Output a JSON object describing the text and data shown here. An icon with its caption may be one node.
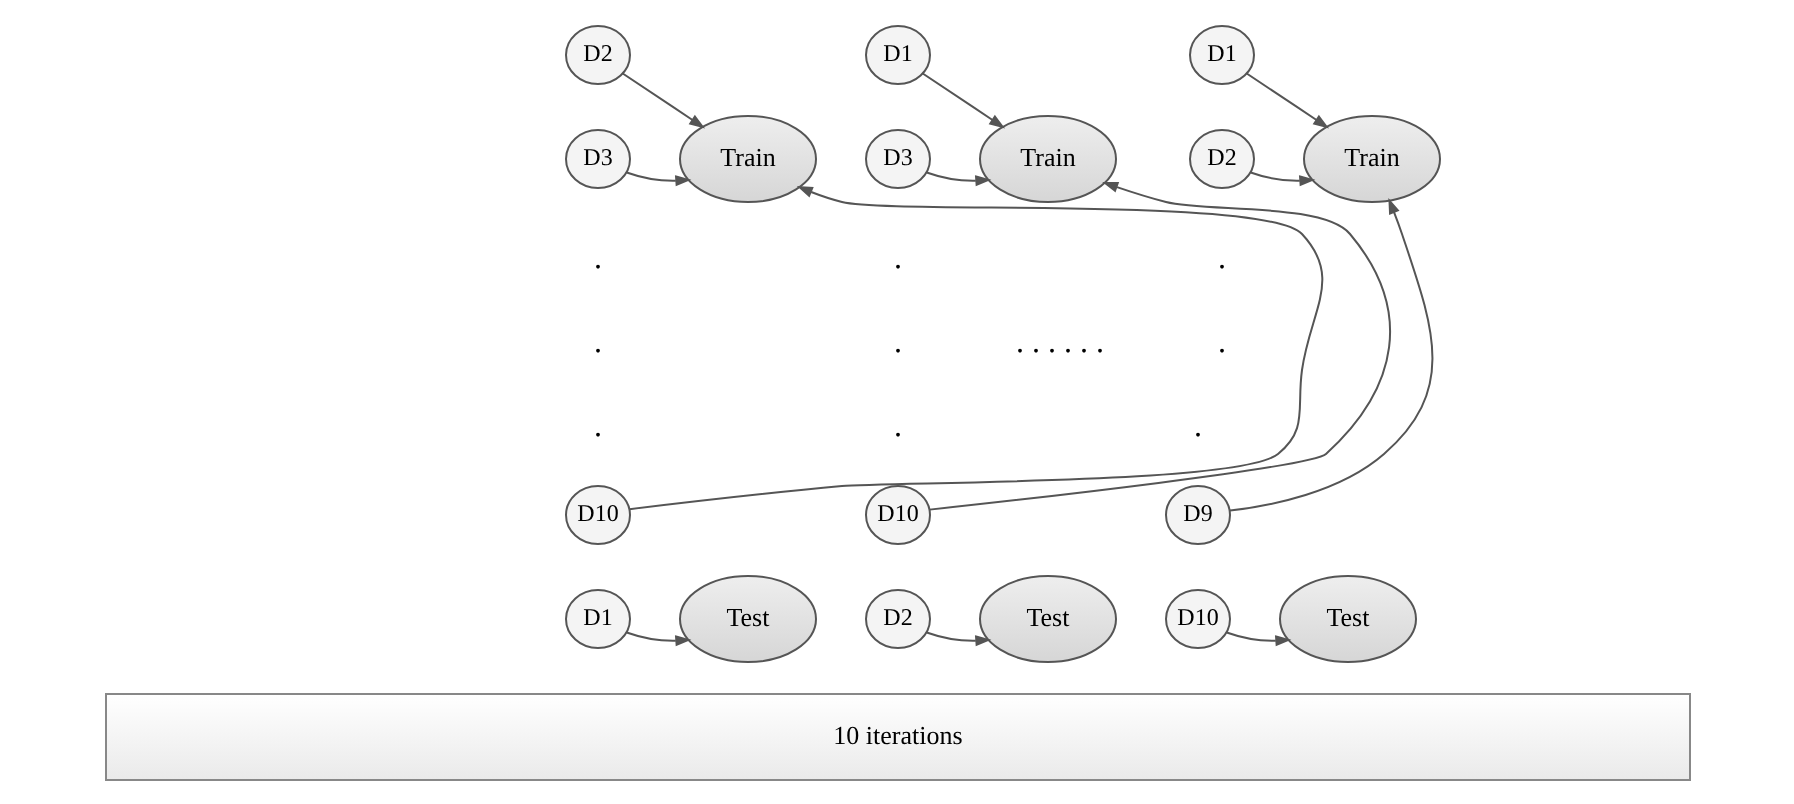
{
  "diagram": {
    "nodes": [
      {
        "text": [
          "D2"
        ]
      },
      {
        "text": [
          "D3"
        ]
      },
      {
        "text": [
          "D10"
        ]
      },
      {
        "text": [
          "D1"
        ]
      },
      {
        "text": [
          "Train"
        ]
      },
      {
        "text": [
          "Test"
        ]
      },
      {
        "text": [
          "D1"
        ]
      },
      {
        "text": [
          "D3"
        ]
      },
      {
        "text": [
          "D10"
        ]
      },
      {
        "text": [
          "D2"
        ]
      },
      {
        "text": [
          "Train"
        ]
      },
      {
        "text": [
          "Test"
        ]
      },
      {
        "text": [
          "D1"
        ]
      },
      {
        "text": [
          "D2"
        ]
      },
      {
        "text": [
          "D9"
        ]
      },
      {
        "text": [
          "D10"
        ]
      },
      {
        "text": [
          "Train"
        ]
      },
      {
        "text": [
          "Test"
        ]
      },
      {
        "text": [
          "10 iterations"
        ]
      }
    ],
    "edges": [
      {
        "from": 0,
        "to": 4,
        "arrow": "to"
      },
      {
        "from": 1,
        "to": 4,
        "arrow": "to"
      },
      {
        "from": 2,
        "to": 4,
        "arrow": "to"
      },
      {
        "from": 3,
        "to": 5,
        "arrow": "to"
      },
      {
        "from": 6,
        "to": 10,
        "arrow": "to"
      },
      {
        "from": 7,
        "to": 10,
        "arrow": "to"
      },
      {
        "from": 8,
        "to": 10,
        "arrow": "to"
      },
      {
        "from": 9,
        "to": 11,
        "arrow": "to"
      },
      {
        "from": 12,
        "to": 16,
        "arrow": "to"
      },
      {
        "from": 13,
        "to": 16,
        "arrow": "to"
      },
      {
        "from": 14,
        "to": 16,
        "arrow": "to"
      },
      {
        "from": 15,
        "to": 17,
        "arrow": "to"
      }
    ],
    "labels": [
      ".",
      ".",
      ".",
      ".",
      ".",
      ".",
      ". . . . . .",
      ".",
      ".",
      "."
    ]
  }
}
